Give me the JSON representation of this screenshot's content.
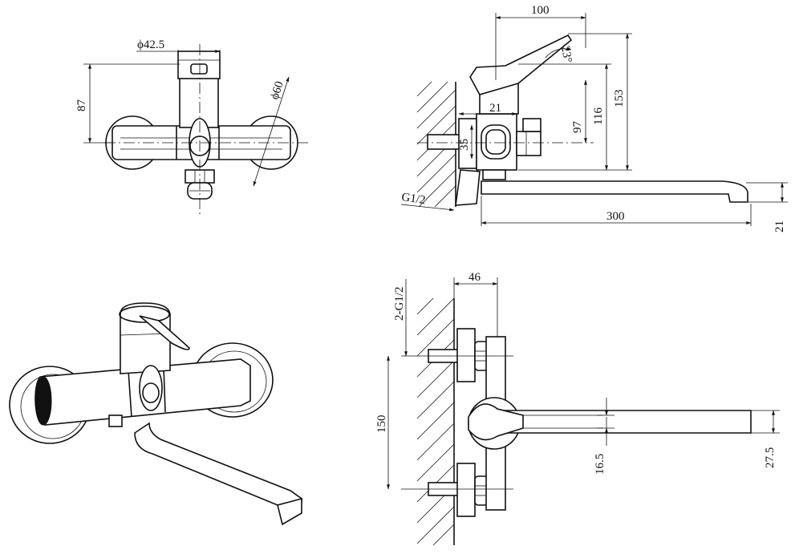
{
  "dimensions": {
    "front_top": {
      "body_diameter": "ϕ42.5",
      "height": "87",
      "flange_diameter": "ϕ60"
    },
    "side_top": {
      "reach_top": "100",
      "handle_angle": "23°",
      "offset": "21",
      "inlet_height": "35",
      "height_a": "97",
      "height_b": "116",
      "height_c": "153",
      "thread": "G1/2",
      "spout_length": "300",
      "spout_thickness": "21"
    },
    "bottom_right": {
      "thread": "2-G1/2",
      "depth": "46",
      "centers": "150",
      "spout_a": "16.5",
      "spout_b": "27.5"
    }
  }
}
